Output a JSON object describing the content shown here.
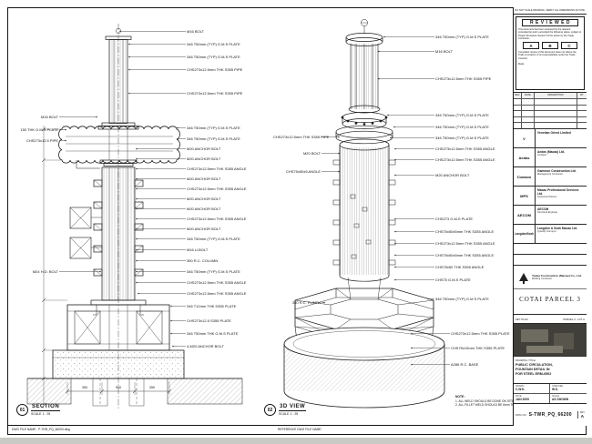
{
  "section_view": {
    "badge_no": "01",
    "title": "SECTION",
    "scale": "SCALE 1 : 25",
    "dims": [
      "350",
      "900",
      "350"
    ],
    "right_annotations": [
      "M16 BOLT",
      "346 T50mm (TYP) G.M.S PLATE",
      "346 T50mm (TYP) G.M.S PLATE",
      "CHS273x12.5mm THK S355 PIPE",
      "CHS273x12.5mm THK S355 PIPE",
      "346 T50mm (TYP) G.M.S PLATE",
      "346 T50mm (TYP) G.M.S PLATE",
      "M20 ANCHOR BOLT",
      "M20 ANCHOR BOLT",
      "CHS273x12.5mm THK S355 ANGLE",
      "M20 ANCHOR BOLT",
      "CHS273x12.5mm THK S355 ANGLE",
      "M20 ANCHOR BOLT",
      "M20 ANCHOR BOLT",
      "CHS273x12.5mm THK S355 ANGLE",
      "M20 ANCHOR BOLT",
      "346 T50mm (TYP) G.M.S PLATE",
      "M16 U-BOLT",
      "350 R.C. COLUMN",
      "346 T50mm (TYP) G.M.S PLATE",
      "CHS273x12.5mm THK S355 ANGLE",
      "CHS273x12.5mm THK S355 ANGLE",
      "346 T12mm THK S355 PLATE",
      "CHS273x12.5 S355 PLATE",
      "346 T50mm THK G.M.S PLATE",
      "4-M20 ANCHOR BOLT"
    ],
    "left_annotations": [
      "M16 BOLT",
      "150 THK G.M.S PLATE",
      "CHS273x12.5 PIPE",
      "M24 H.D. BOLT"
    ]
  },
  "view3d": {
    "badge_no": "02",
    "title": "3D VIEW",
    "scale": "SCALE 1 : 25",
    "notes_title": "NOTE :",
    "notes": [
      "1. ALL WELD SHOULD BE DONE ON SITE.",
      "2. ALL FILLET WELD SHOULD BE 6mm THK. U.N.O."
    ],
    "right_annotations": [
      "346 T50mm (TYP) G.M.S PLATE",
      "M16 BOLT",
      "CHS273x12.5mm THK S355 PIPE",
      "346 T50mm (TYP) G.M.S PLATE",
      "346 T50mm (TYP) G.M.S PLATE",
      "346 T50mm (TYP) G.M.S PLATE",
      "CHS273x12.5mm THK S355 ANGLE",
      "CHS273x12.5mm THK S355 ANGLE",
      "M20 ANCHOR BOLT",
      "CHS273 G.M.S PLATE",
      "CHS75x50x5mm THK S355 ANGLE",
      "CHS273x12.5mm THK S355 ANGLE",
      "CHS75x50x5mm THK S355 ANGLE",
      "CHS75x50 THK S355 ANGLE",
      "CHS75 G.M.S PLATE",
      "346 T50mm (TYP) G.M.S PLATE",
      "CHS273x12.5mm THK S355 PLATE",
      "CHS75x10mm THK S355 PLATE",
      "A286 R.C. BASE"
    ],
    "left_annotations": [
      "CHS273x12.5mm THK S355 PIPE",
      "M20 BOLT",
      "CHS75x50x5 ANGLE",
      "350 R.C. PLINTH"
    ]
  },
  "titleblock": {
    "top_note": "DO NOT SCALE DRAWING. VERIFY ALL DIMENSIONS ON SITE.",
    "reviewed": {
      "title": "R E V I E W E D",
      "para1": "This document has been reviewed by the relevant consultant(s) and is accorded the following status, subject to Project Procedure Section 5.9 for action by the Trade Contractor.",
      "options": [
        "A",
        "B",
        "C"
      ],
      "para2": "Consultant review of this document does not relieve the Trade Contractor of its responsibilities under the Trade Contract.",
      "date_label": "Date :"
    },
    "rev_table": {
      "headers": [
        "REV",
        "DATE",
        "DESCRIPTION",
        "BY"
      ]
    },
    "companies": [
      {
        "logo": "V",
        "name": "Venetian Orient Limited",
        "sub": ""
      },
      {
        "logo": "Aedas",
        "name": "Aedas (Macau) Ltd.",
        "sub": "Architect"
      },
      {
        "logo": "Gammon",
        "name": "Gammon Construction Ltd.",
        "sub": "Management Contractor"
      },
      {
        "logo": "MPS",
        "name": "Macau Professional Services Ltd.",
        "sub": "Authorized Person"
      },
      {
        "logo": "AECOM",
        "name": "AECOM",
        "sub": "Structural Engineer"
      },
      {
        "logo": "LangdonSeah",
        "name": "Langdon & Seah Macau Ltd.",
        "sub": "Quantity Surveyor"
      }
    ],
    "contractor": {
      "name": "Yadea Construction (Macau) Co., Ltd.",
      "sub": "Building Contractor",
      "project": "Cotai Parcel 3"
    },
    "key_plan": {
      "label": "KEY PLAN",
      "value": "PARCEL 3 - LOT A"
    },
    "drawing_title": {
      "label": "DRAWING TITLE :",
      "lines": [
        "PUBLIC CIRCULATION,",
        "FOUNTAIN DETAIL IN",
        "FOR STEEL ERM-6502"
      ]
    },
    "fields": [
      {
        "label": "DRAWN",
        "value": "C.W.K."
      },
      {
        "label": "CHECKED",
        "value": "W.S."
      },
      {
        "label": "DATE",
        "value": "JAN 2009"
      },
      {
        "label": "SCALE",
        "value": "AS SHOWN"
      }
    ],
    "dwg": {
      "label": "DWG NO.",
      "value": "S-TWR_PQ_66200",
      "rev_label": "REV",
      "rev": "A"
    }
  },
  "footer": {
    "left": "DWG FILE NAME : P-TNR_PQ_66200.dwg",
    "right": "REFERENCE DWG FILE NAME :"
  }
}
